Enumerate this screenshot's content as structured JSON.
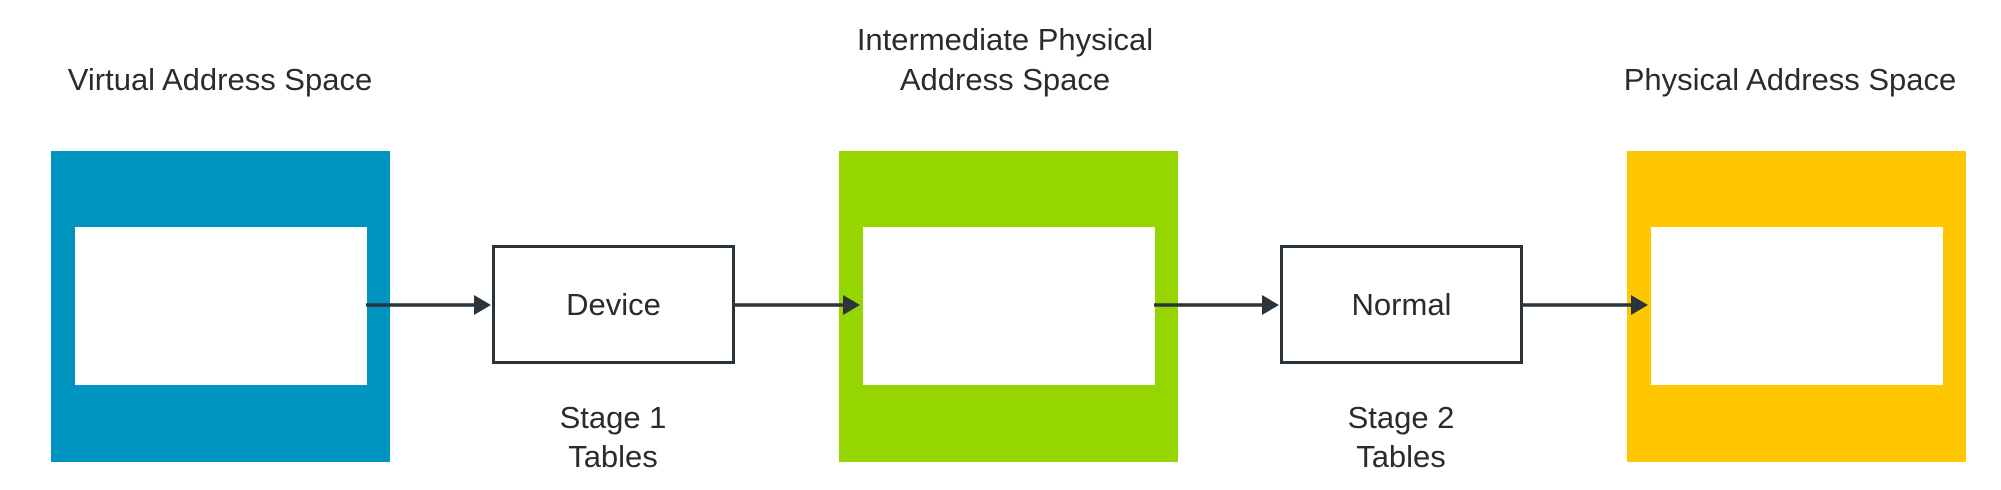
{
  "spaces": {
    "virtual": {
      "title": "Virtual Address Space",
      "color": "#0094c0"
    },
    "intermediate": {
      "title_line1": "Intermediate Physical",
      "title_line2": "Address Space",
      "color": "#95d600"
    },
    "physical": {
      "title": "Physical Address Space",
      "color": "#ffc700"
    }
  },
  "tables": {
    "stage1": {
      "box_label": "Device",
      "caption_line1": "Stage 1",
      "caption_line2": "Tables"
    },
    "stage2": {
      "box_label": "Normal",
      "caption_line1": "Stage 2",
      "caption_line2": "Tables"
    }
  },
  "colors": {
    "arrow": "#2b333b",
    "text": "#2b2b2b"
  }
}
